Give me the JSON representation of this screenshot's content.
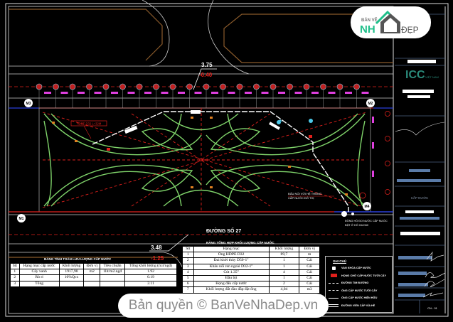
{
  "drawing": {
    "levels": {
      "top_elev": "3.75",
      "top_diff": "-0.40",
      "bottom_elev": "3.48",
      "bottom_diff": "-1.25"
    },
    "street_name": "ĐƯỜNG SỐ 27",
    "manholes": [
      "M1",
      "M2",
      "M3",
      "M4"
    ],
    "notes": {
      "connection": [
        "ĐẤU NỐI VỚI HỆ THỐNG",
        "CẤP NƯỚC ĐÔ THỊ"
      ],
      "meter": [
        "ĐỒNG HỒ ĐO NƯỚC CẤP NƯỚC",
        "ĐẶT Ở HỐ GA D60"
      ],
      "pipe_tag": "HDPE D32 L=32M"
    },
    "colors": {
      "green": "#7fd36a",
      "red": "#e0201c",
      "road": "#cfcfcf",
      "brown": "#8a5a2b",
      "magenta": "#e040e0",
      "blue": "#2a3fd8"
    }
  },
  "volume_table": {
    "title": "BẢNG TỔNG HỢP KHỐI LƯỢNG CẤP NƯỚC",
    "headers": [
      "Stt",
      "Hạng mục",
      "Khối lượng",
      "Đơn vị"
    ],
    "rows": [
      [
        "1",
        "Ống HDPE D32",
        "89,7",
        "m"
      ],
      [
        "2",
        "Đai khởi thủy D50-1\"",
        "1",
        "Cái"
      ],
      [
        "3",
        "Khâu nối ren ngoài D32-1\"",
        "1",
        "Cái"
      ],
      [
        "4",
        "Cút 1.35°",
        "4",
        "Cái"
      ],
      [
        "5",
        "Đầu bịt",
        "1",
        "Cái"
      ],
      [
        "6",
        "Họng đấu cấp nước",
        "2",
        "Cái"
      ],
      [
        "7",
        "Khối lượng đất đào đắp đặt ống",
        "4,04",
        "m3"
      ]
    ]
  },
  "flow_table": {
    "title": "BẢNG TÍNH TOÁN LƯU LƯỢNG CẤP NƯỚC",
    "headers": [
      "Stt",
      "Hạng mục cấp nước",
      "Khối lượng",
      "Đơn vị",
      "Tiêu chuẩn",
      "Tổng khối lượng (m3/ngđ)"
    ],
    "rows": [
      [
        "1",
        "Cây xanh",
        "1917,98",
        "m2",
        "1lít/m2.ngđ",
        "1.92"
      ],
      [
        "2",
        "Rò rỉ",
        "10%Qcx",
        "",
        "",
        "0.19"
      ],
      [
        "3",
        "Tổng",
        "",
        "",
        "",
        "2.11"
      ]
    ]
  },
  "legend": {
    "title": "GHI CHÚ",
    "items": [
      "VAN KHÓA CẤP NƯỚC",
      "HỌNG CHỜ CẤP NƯỚC TƯỚI CÂY",
      "ĐƯỜNG TIM ĐƯỜNG",
      "ỐNG CẤP NƯỚC TƯỚI CÂY",
      "ỐNG CẤP NƯỚC HIỆN HỮU",
      "ĐƯỜNG VIỀN CẤP VỈA HÈ"
    ]
  },
  "title_block": {
    "company": "ICC",
    "company_sub": "VIỆT NAM",
    "drawing_title": "CẤP NƯỚC",
    "sheet": "CN - 01"
  },
  "logo": {
    "line1": "BẢN VẼ",
    "line2": "NH",
    "line3": "ĐẸP"
  },
  "watermark": {
    "text": "Bản quyền © BanVeNhaDep.vn"
  }
}
